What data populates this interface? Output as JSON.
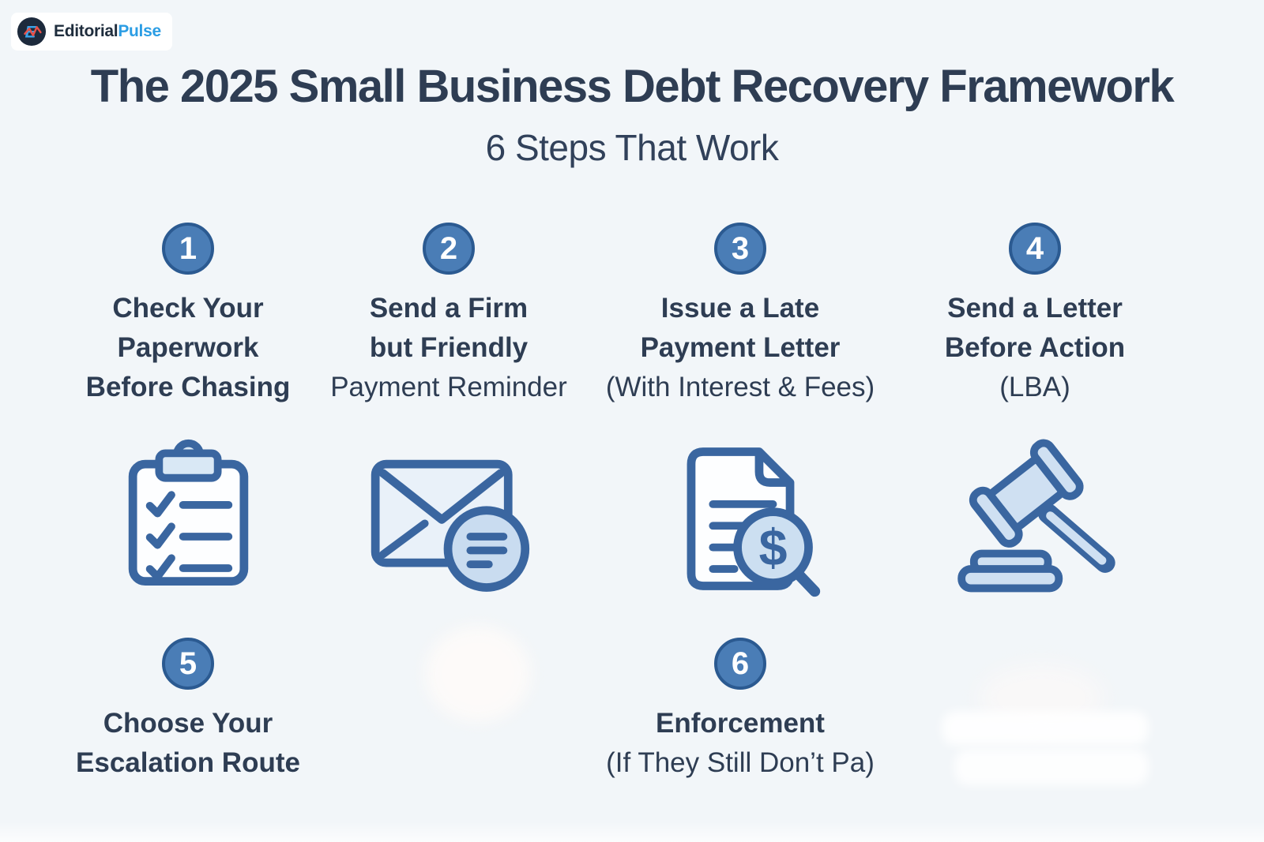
{
  "brand": {
    "monogram": "E",
    "name_primary": "Editorial",
    "name_accent": "Pulse",
    "logo_icon": "pulse-monogram-icon"
  },
  "header": {
    "title": "The 2025 Small Business Debt Recovery Framework",
    "subtitle": "6 Steps That Work"
  },
  "steps": [
    {
      "number": "1",
      "lines": [
        "Check Your",
        "Paperwork",
        "Before Chasing"
      ],
      "icon": "clipboard-checklist-icon"
    },
    {
      "number": "2",
      "lines": [
        "Send a Firm",
        "but Friendly",
        "Payment Reminder"
      ],
      "icon": "envelope-message-icon"
    },
    {
      "number": "3",
      "lines": [
        "Issue a Late",
        "Payment Letter",
        "(With Interest & Fees)"
      ],
      "icon": "invoice-dollar-magnifier-icon"
    },
    {
      "number": "4",
      "lines": [
        "Send a Letter",
        "Before Action",
        "(LBA)"
      ],
      "icon": "gavel-icon"
    },
    {
      "number": "5",
      "lines": [
        "Choose Your",
        "Escalation Route"
      ],
      "icon": ""
    },
    {
      "number": "6",
      "lines": [
        "Enforcement",
        "(If They Still Don’t Pa)"
      ],
      "icon": ""
    }
  ],
  "colors": {
    "background": "#f2f6f9",
    "heading_text": "#2e3d53",
    "step_circle_fill": "#4a7db6",
    "step_circle_border": "#2b5a91",
    "icon_stroke": "#3a66a0",
    "icon_fill_light": "#e9f1f9",
    "icon_fill_medium": "#c9dcf0",
    "brand_navy": "#1d2a3c",
    "brand_accent_blue": "#2b9de4",
    "brand_pulse_red": "#e85149"
  }
}
